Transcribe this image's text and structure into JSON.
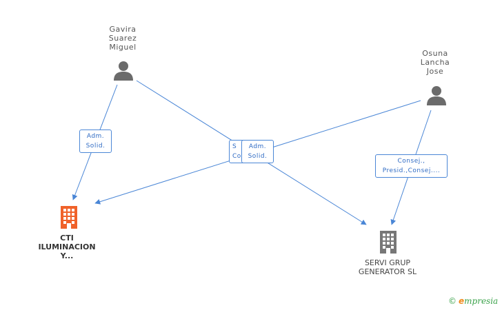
{
  "people": [
    {
      "id": "gavira",
      "lines": [
        "Gavira",
        "Suarez",
        "Miguel"
      ]
    },
    {
      "id": "osuna",
      "lines": [
        "Osuna",
        "Lancha",
        "Jose"
      ]
    }
  ],
  "companies": [
    {
      "id": "cti",
      "lines": [
        "CTI",
        "ILUMINACION",
        "Y..."
      ],
      "color": "#f0622a"
    },
    {
      "id": "servi",
      "lines": [
        "SERVI GRUP",
        "GENERATOR SL"
      ],
      "color": "#777777"
    }
  ],
  "edges": [
    {
      "from": "gavira",
      "to": "cti",
      "lines": [
        "Adm.",
        "Solid."
      ]
    },
    {
      "from": "gavira",
      "to": "servi",
      "lines": [
        "S",
        "Co"
      ]
    },
    {
      "from": "osuna",
      "to": "cti",
      "lines": [
        "Adm.",
        "Solid."
      ]
    },
    {
      "from": "osuna",
      "to": "servi",
      "lines": [
        "Consej.,",
        "Presid.,Consej...."
      ]
    }
  ],
  "colors": {
    "edge": "#4a86d6",
    "person": "#6b6b6b"
  },
  "footer": {
    "copyright": "©",
    "brand_e": "e",
    "brand_rest": "mpresia"
  }
}
